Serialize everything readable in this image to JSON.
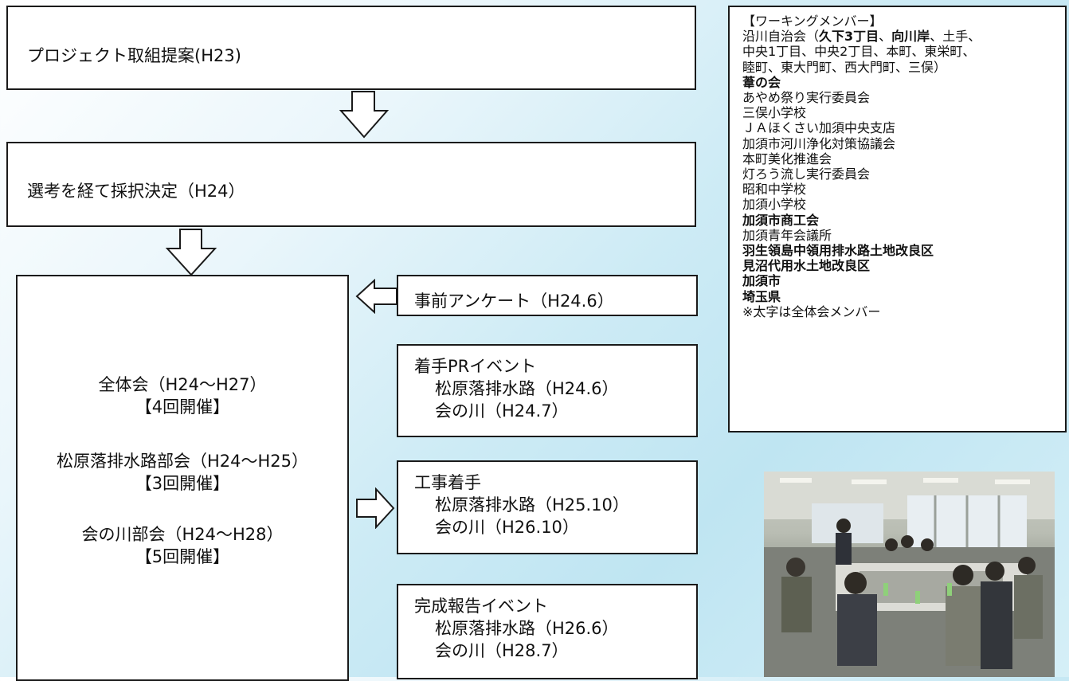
{
  "flow": {
    "proposal": "プロジェクト取組提案(H23)",
    "adoption": "選考を経て採択決定（H24）",
    "meetings": {
      "general": "全体会（H24～H27）",
      "general_count": "【4回開催】",
      "matsubara": "松原落排水路部会（H24～H25）",
      "matsubara_count": "【3回開催】",
      "ainokawa": "会の川部会（H24～H28）",
      "ainokawa_count": "【5回開催】"
    },
    "survey": "事前アンケート（H24.6）",
    "pr_event": {
      "title": "着手PRイベント",
      "line1": "松原落排水路（H24.6）",
      "line2": "会の川（H24.7）"
    },
    "construction": {
      "title": "工事着手",
      "line1": "松原落排水路（H25.10）",
      "line2": "会の川（H26.10）"
    },
    "completion": {
      "title": "完成報告イベント",
      "line1": "松原落排水路（H26.6）",
      "line2": "会の川（H28.7）"
    }
  },
  "members": {
    "heading": "【ワーキングメンバー】",
    "jichikai_a": "沿川自治会（",
    "jichikai_b": "久下3丁目",
    "jichikai_c": "、",
    "jichikai_d": "向川岸",
    "jichikai_e": "、土手、",
    "line2": "中央1丁目、中央2丁目、本町、東栄町、",
    "line3": "睦町、東大門町、西大門町、三俣）",
    "items": [
      {
        "text": "葦の会",
        "bold": true
      },
      {
        "text": "あやめ祭り実行委員会",
        "bold": false
      },
      {
        "text": "三俣小学校",
        "bold": false
      },
      {
        "text": "ＪＡほくさい加須中央支店",
        "bold": false
      },
      {
        "text": "加須市河川浄化対策協議会",
        "bold": false
      },
      {
        "text": "本町美化推進会",
        "bold": false
      },
      {
        "text": "灯ろう流し実行委員会",
        "bold": false
      },
      {
        "text": "昭和中学校",
        "bold": false
      },
      {
        "text": "加須小学校",
        "bold": false
      },
      {
        "text": "加須市商工会",
        "bold": true
      },
      {
        "text": "加須青年会議所",
        "bold": false
      },
      {
        "text": "羽生領島中領用排水路土地改良区",
        "bold": true
      },
      {
        "text": "見沼代用水土地改良区",
        "bold": true
      },
      {
        "text": "加須市",
        "bold": true
      },
      {
        "text": "埼玉県",
        "bold": true
      }
    ],
    "note": "※太字は全体会メンバー"
  },
  "colors": {
    "border": "#1a1a1a",
    "background_light": "#eaf6fb",
    "background_blue": "#bfe5f2"
  }
}
